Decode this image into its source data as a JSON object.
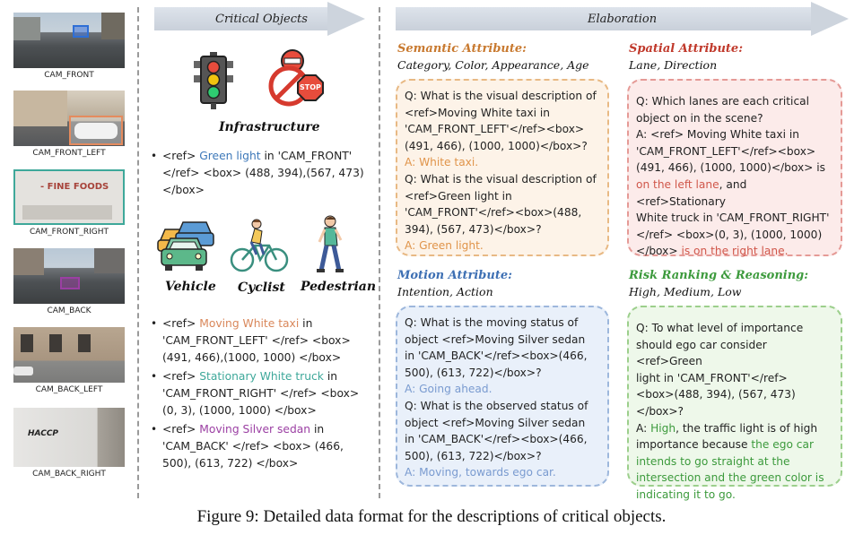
{
  "cameras": [
    {
      "label": "CAM_FRONT"
    },
    {
      "label": "CAM_FRONT_LEFT"
    },
    {
      "label": "CAM_FRONT_RIGHT",
      "truck_text": "- FINE FOODS"
    },
    {
      "label": "CAM_BACK"
    },
    {
      "label": "CAM_BACK_LEFT"
    },
    {
      "label": "CAM_BACK_RIGHT",
      "truck_text": "HACCP"
    }
  ],
  "critical_objects": {
    "header": "Critical Objects",
    "infrastructure_label": "Infrastructure",
    "stop_sign_text": "STOP",
    "infra_item": {
      "pre": "<ref> ",
      "obj": "Green light",
      "post_line1": " in 'CAM_FRONT'",
      "line2": "</ref> <box> (488, 394),(567, 473)",
      "line3": "</box>"
    },
    "vehicle_label": "Vehicle",
    "cyclist_label": "Cyclist",
    "pedestrian_label": "Pedestrian",
    "items": [
      {
        "pre": "<ref> ",
        "obj": "Moving White taxi",
        "post": " in",
        "l2": "'CAM_FRONT_LEFT' </ref> <box>",
        "l3": "(491, 466),(1000, 1000) </box>"
      },
      {
        "pre": "<ref> ",
        "obj": "Stationary White truck",
        "post": " in",
        "l2": "'CAM_FRONT_RIGHT' </ref> <box>",
        "l3": "(0, 3), (1000, 1000) </box>"
      },
      {
        "pre": "<ref> ",
        "obj": "Moving Silver sedan",
        "post": " in",
        "l2": "'CAM_BACK' </ref> <box> (466,",
        "l3": "500), (613, 722) </box>"
      }
    ]
  },
  "elaboration": {
    "header": "Elaboration",
    "semantic": {
      "title": "Semantic Attribute:",
      "subtitle": "Category, Color, Appearance, Age",
      "lines": [
        "Q: What is the visual description of",
        "<ref>Moving White taxi in",
        "'CAM_FRONT_LEFT'</ref><box>",
        "(491, 466), (1000, 1000)</box>?",
        "A: White taxi.",
        "Q: What is the visual description of",
        "<ref>Green light in",
        "'CAM_FRONT'</ref><box>(488,",
        "394), (567, 473)</box>?",
        "A: Green light."
      ]
    },
    "spatial": {
      "title": "Spatial Attribute:",
      "subtitle": "Lane, Direction",
      "l1": "Q: Which lanes are each critical",
      "l2": "object on in the scene?",
      "l3": "A: <ref> Moving White taxi in",
      "l4": "'CAM_FRONT_LEFT'</ref><box>",
      "l5": "(491, 466), (1000, 1000)</box> is",
      "l6a": "on the left lane",
      "l6b": ", and <ref>Stationary",
      "l7": "White truck in 'CAM_FRONT_RIGHT'",
      "l8": "</ref> <box>(0, 3), (1000, 1000)",
      "l9a": "</box> ",
      "l9b": "is on the right lane."
    },
    "motion": {
      "title": "Motion Attribute:",
      "subtitle": "Intention, Action",
      "lines": [
        "Q: What is the moving status of",
        "object <ref>Moving Silver sedan",
        "in 'CAM_BACK'</ref><box>(466,",
        "500), (613, 722)</box>?",
        "A: Going ahead.",
        "Q: What is the observed status of",
        "object <ref>Moving Silver sedan",
        "in 'CAM_BACK'</ref><box>(466,",
        "500), (613, 722)</box>?",
        "A: Moving, towards ego car."
      ]
    },
    "risk": {
      "title": "Risk Ranking & Reasoning:",
      "subtitle": "High, Medium, Low",
      "l1": "Q: To what level of importance",
      "l2": "should ego car consider <ref>Green",
      "l3": "light in 'CAM_FRONT'</ref>",
      "l4": "<box>(488, 394), (567, 473)</box>?",
      "l5a": "A: ",
      "l5b": "High",
      "l5c": ", the traffic light is of high",
      "l6a": "importance because ",
      "l6b": "the ego car",
      "l7": "intends to go straight at the",
      "l8": "intersection and the green color is",
      "l9": "indicating it to go."
    }
  },
  "caption": "Figure 9: Detailed data format for the descriptions of critical objects.",
  "colors": {
    "semantic": "#c8792f",
    "semantic_box": "#e8b984",
    "semantic_fill": "#fdf3e8",
    "spatial": "#c0392b",
    "spatial_box": "#e59a96",
    "spatial_fill": "#fcebea",
    "motion": "#3d6fb3",
    "motion_box": "#9db7dc",
    "motion_fill": "#e9f0fa",
    "risk": "#3c9a3c",
    "risk_box": "#9ccf8c",
    "risk_fill": "#eef8ea",
    "green_light": "#3d78b9",
    "taxi": "#d9875a",
    "truck": "#3ea89a",
    "sedan": "#9b3fa3"
  }
}
